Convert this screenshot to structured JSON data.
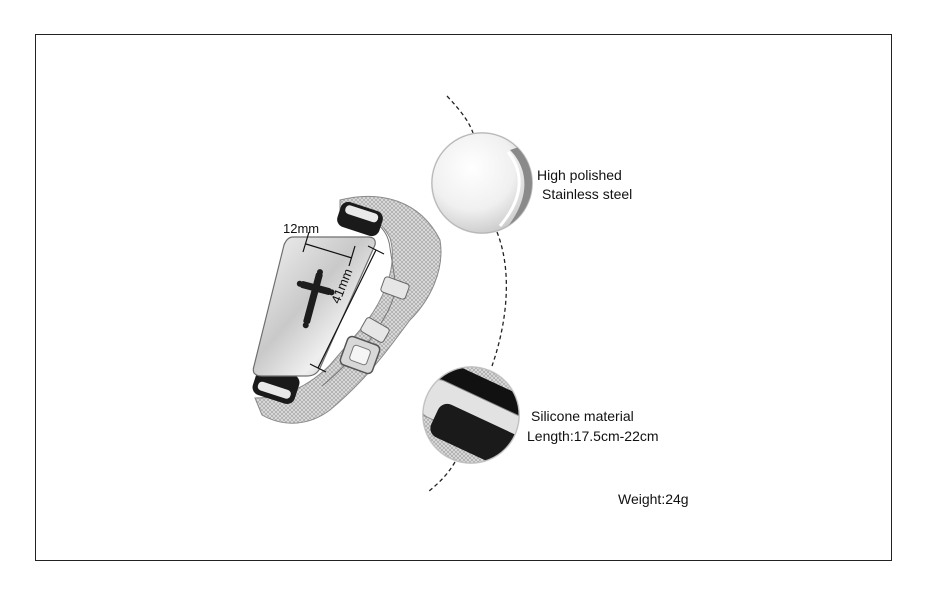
{
  "dimensions": {
    "width_label": "12mm",
    "length_label": "41mm"
  },
  "callouts": {
    "steel_line1": "High polished",
    "steel_line2": "Stainless steel",
    "silicone_line1": "Silicone material",
    "silicone_line2": "Length:17.5cm-22cm",
    "weight": "Weight:24g"
  }
}
